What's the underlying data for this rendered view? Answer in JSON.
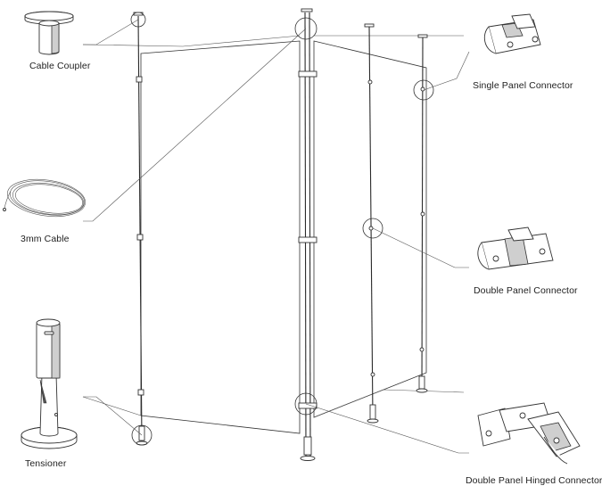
{
  "labels": {
    "cable_coupler": "Cable Coupler",
    "cable": "3mm Cable",
    "tensioner": "Tensioner",
    "single_panel_connector": "Single Panel Connector",
    "double_panel_connector": "Double Panel Connector",
    "double_panel_hinged_connector": "Double Panel Hinged Connector"
  },
  "icons": {
    "cable_coupler": "cable-coupler-icon",
    "cable": "coiled-cable-icon",
    "tensioner": "tensioner-icon",
    "single_panel_connector": "single-panel-connector-icon",
    "double_panel_connector": "double-panel-connector-icon",
    "double_panel_hinged_connector": "hinged-connector-icon"
  }
}
